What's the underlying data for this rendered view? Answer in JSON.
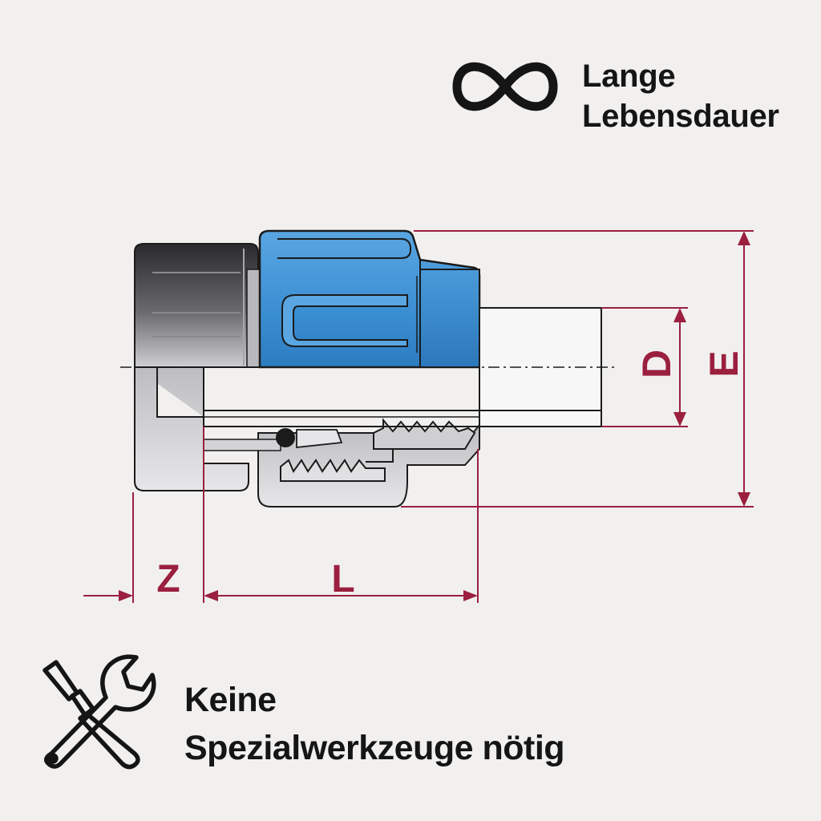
{
  "features": {
    "top": {
      "icon": "infinity-icon",
      "line1": "Lange",
      "line2": "Lebensdauer"
    },
    "bottom": {
      "icon": "wrench-screwdriver-icon",
      "line1": "Keine",
      "line2": "Spezialwerkzeuge nötig"
    }
  },
  "dimensions": {
    "d": "D",
    "e": "E",
    "z": "Z",
    "l": "L"
  },
  "colors": {
    "dimension": "#9b1f3f",
    "nut_blue": "#3f8fd0",
    "body_dark": "#2b2b2d",
    "section_gray": "#d6d6d8",
    "outline": "#1b1b1b",
    "background": "#f1f0ef"
  }
}
